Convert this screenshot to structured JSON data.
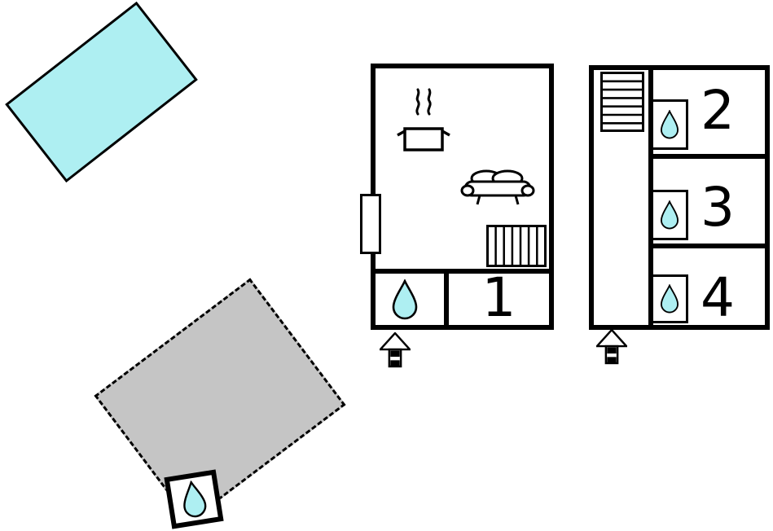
{
  "colors": {
    "water": "#aeeff2",
    "terrace": "#c5c5c5",
    "outline": "#000000",
    "background": "#ffffff"
  },
  "floorplan": {
    "main_building": {
      "room_label": "1",
      "icons": [
        "steam-pot-icon",
        "sofa-icon",
        "radiator-icon",
        "water-drop-icon",
        "door-icon",
        "entrance-icon"
      ]
    },
    "annex_building": {
      "rooms": [
        {
          "label": "2"
        },
        {
          "label": "3"
        },
        {
          "label": "4"
        }
      ],
      "icons": [
        "staircase-icon",
        "water-drop-icon",
        "entrance-icon"
      ]
    },
    "outdoor": {
      "pool": "pool",
      "terrace": "terrace",
      "terrace_shower": "water-drop-icon"
    }
  }
}
